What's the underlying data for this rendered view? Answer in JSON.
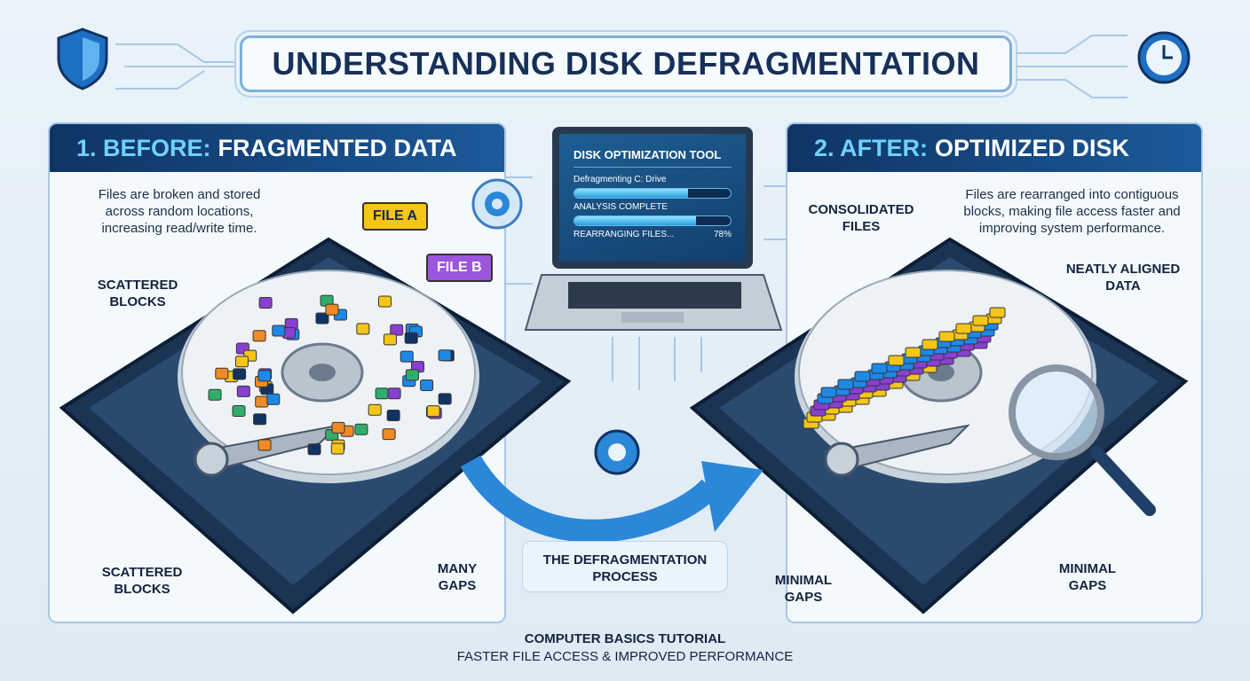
{
  "title": "UNDERSTANDING DISK DEFRAGMENTATION",
  "before": {
    "number": "1. BEFORE:",
    "heading": "FRAGMENTED DATA",
    "description": "Files are broken and stored across random locations, increasing read/write time.",
    "labels": {
      "scattered_top": "SCATTERED BLOCKS",
      "scattered_bottom": "SCATTERED BLOCKS",
      "gaps": "MANY GAPS",
      "file_a": "FILE A",
      "file_b": "FILE B"
    }
  },
  "after": {
    "number": "2. AFTER:",
    "heading": "OPTIMIZED DISK",
    "description": "Files are rearranged into contiguous blocks, making file access faster and improving system performance.",
    "labels": {
      "consolidated": "CONSOLIDATED FILES",
      "aligned": "NEATLY ALIGNED DATA",
      "gaps_left": "MINIMAL GAPS",
      "gaps_right": "MINIMAL GAPS"
    }
  },
  "tool": {
    "title": "DISK OPTIMIZATION TOOL",
    "line1": "Defragmenting C: Drive",
    "progress1": 0.73,
    "line2": "ANALYSIS COMPLETE",
    "progress2": 0.78,
    "line3": "REARRANGING FILES...",
    "percent": "78%"
  },
  "process_label": "THE DEFRAGMENTATION PROCESS",
  "footer": {
    "title": "COMPUTER BASICS TUTORIAL",
    "subtitle": "FASTER FILE ACCESS & IMPROVED PERFORMANCE"
  },
  "colors": {
    "yellow": "#f5c518",
    "purple": "#8a3fd1",
    "blue": "#1e88e5",
    "green": "#2fae6b",
    "orange": "#f08a24",
    "navy": "#0f3464"
  }
}
